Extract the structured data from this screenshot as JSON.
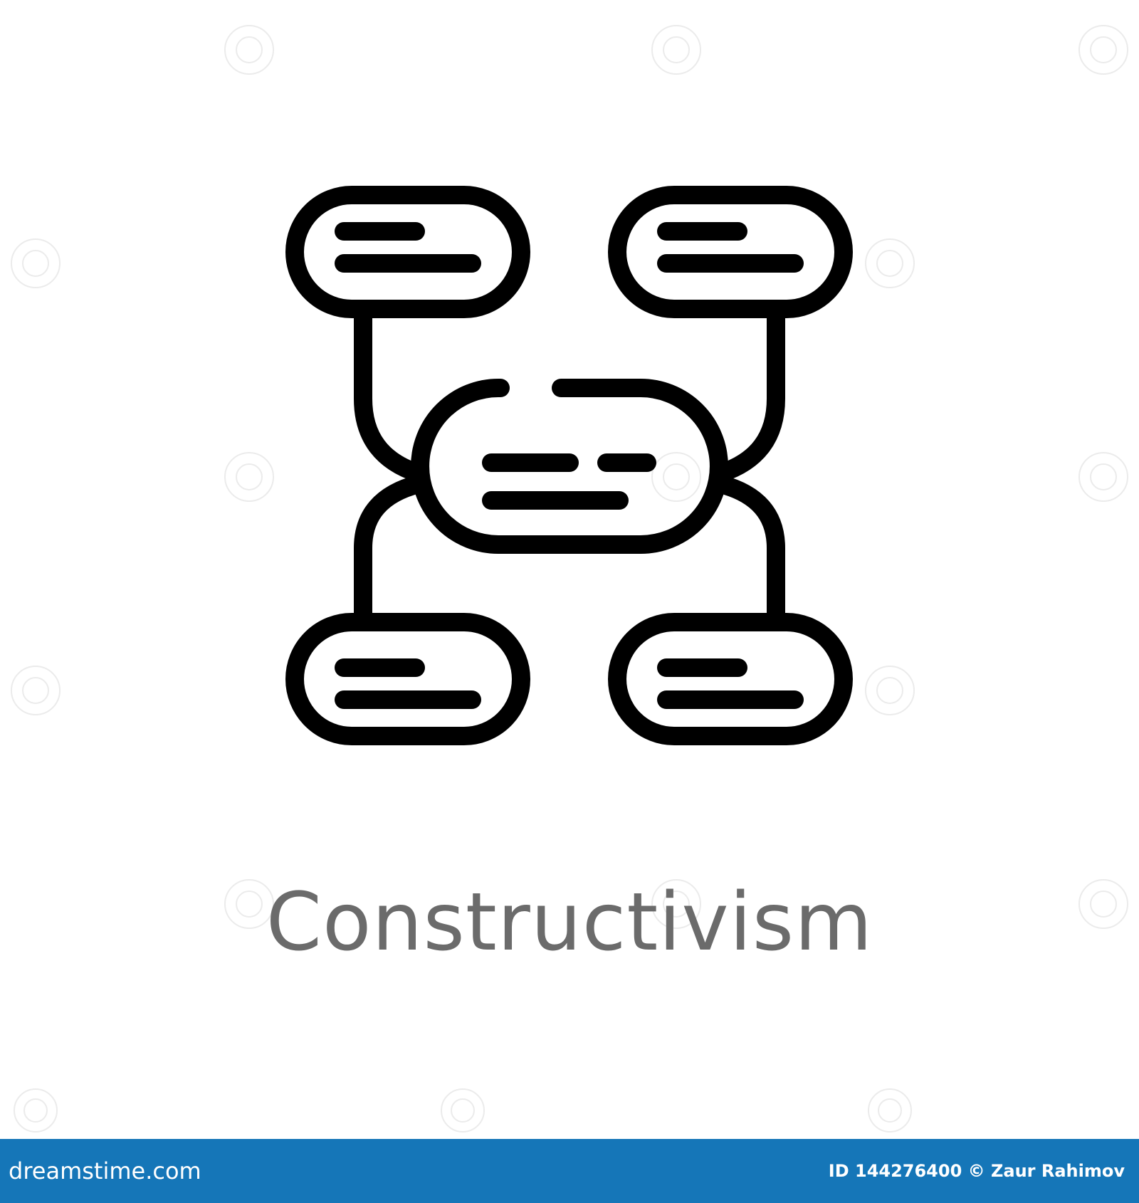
{
  "icon": {
    "name": "constructivism-mind-map-icon",
    "stroke_color": "#000000"
  },
  "caption": {
    "text": "Constructivism",
    "color": "#6b6b6b"
  },
  "footer": {
    "brand": "dreamstime.com",
    "credit": "ID 144276400 © Zaur Rahimov",
    "background": "#1576b8"
  }
}
